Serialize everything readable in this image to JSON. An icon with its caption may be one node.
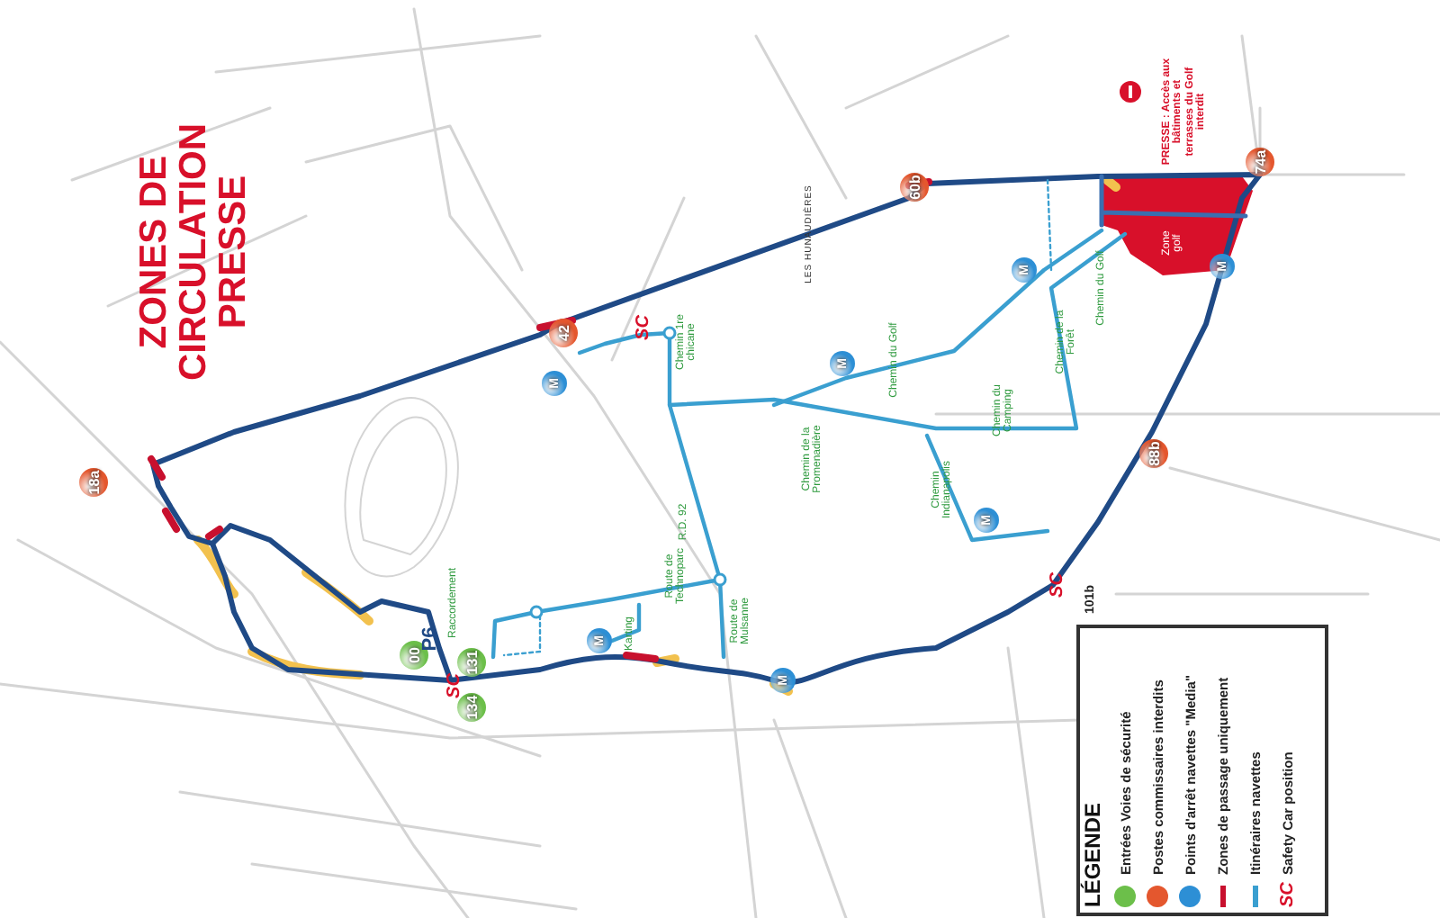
{
  "diagram": {
    "title": "ZONES DE CIRCULATION PRESSE",
    "labels": [
      "18a",
      "42",
      "60b",
      "74a",
      "88b",
      "101b",
      "00",
      "131",
      "134",
      "P6",
      "SC",
      "SC",
      "SC",
      "M",
      "M",
      "M",
      "M",
      "M",
      "M",
      "M",
      "Chemin 1re chicane",
      "Chemin du Golf",
      "Chemin du Golf",
      "Chemin de la Forêt",
      "Chemin du Camping",
      "Chemin de la Promenadière",
      "Chemin Indianapolis",
      "R.D. 92",
      "Route de Technoparc",
      "Karting",
      "Route de Mulsanne",
      "Raccordement",
      "LES HUNAUDIÈRES",
      "Zone golf",
      "PRESSE : Accès aux bâtiments et terrasses du Golf interdit",
      "LÉGENDE",
      "SC"
    ],
    "legend": [
      {
        "text": "Entrées Voies de sécurité",
        "color": "#6cbf4a"
      },
      {
        "text": "Postes commissaires interdits",
        "color": "#e4572e"
      },
      {
        "text": "Points d'arrêt navettes \"Media\"",
        "color": "#2d8fd5"
      },
      {
        "text": "Zones de passage uniquement",
        "color": "#c8102e"
      },
      {
        "text": "Itinéraires navettes",
        "color": "#3a9fd0"
      },
      {
        "text": "Safety Car position"
      }
    ]
  }
}
